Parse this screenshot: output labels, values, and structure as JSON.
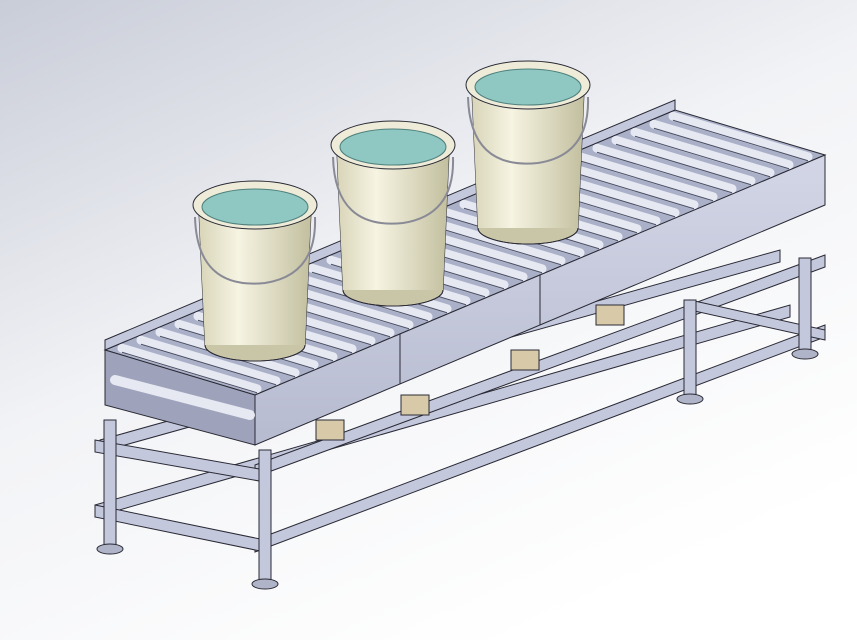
{
  "scene": {
    "subject": "roller-conveyor-with-buckets",
    "bucket_count": 3,
    "roller_count": 30,
    "colors": {
      "background_top": "#c9cdd8",
      "background_bottom": "#ffffff",
      "frame": "#c4c8dc",
      "frame_dark": "#8e93ab",
      "bucket": "#eeecd8",
      "bucket_shade": "#c9c6a8",
      "liquid": "#8fc7c2",
      "edge": "#2a2a35"
    }
  }
}
